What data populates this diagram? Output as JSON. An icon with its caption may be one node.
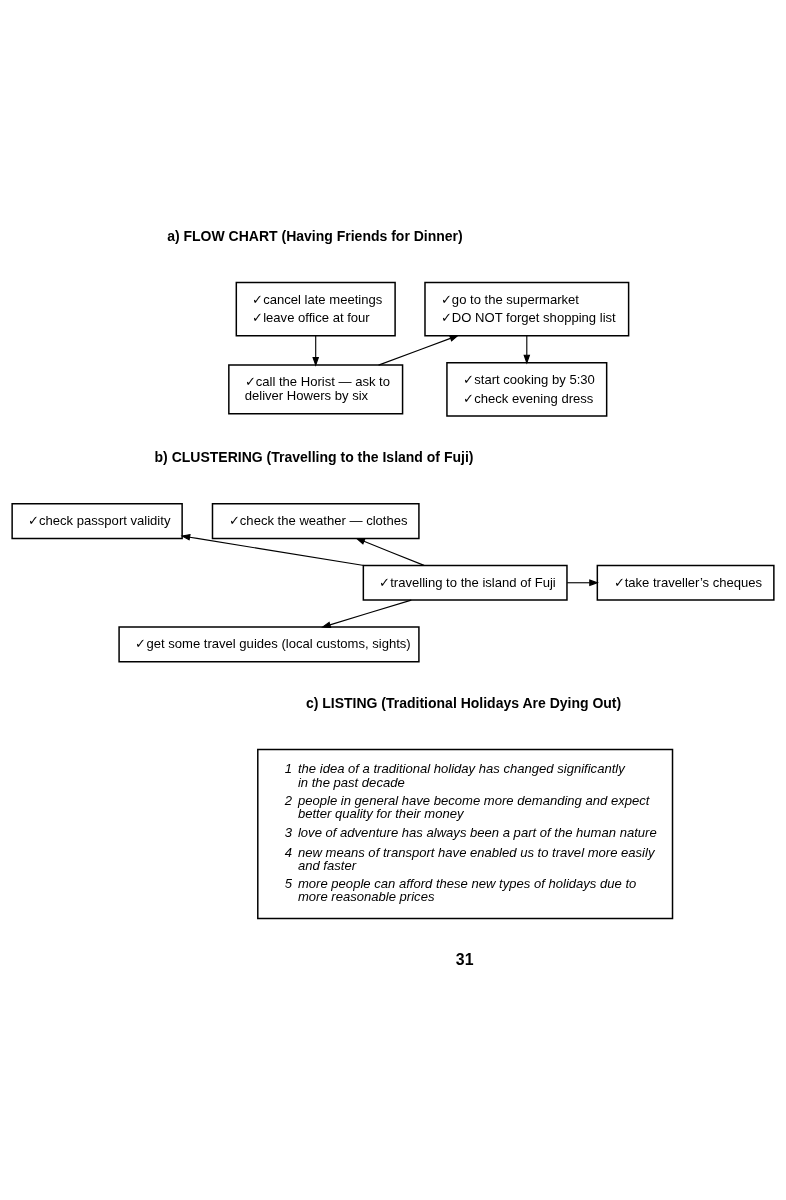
{
  "diagram": {
    "nodes": [
      {
        "text": [
          "✓cancel late meetings",
          "✓leave office at four"
        ]
      },
      {
        "text": [
          "✓go to the supermarket",
          "✓DO NOT forget shopping list"
        ]
      },
      {
        "text": [
          "✓call the Horist — ask to deliver Howers by six"
        ]
      },
      {
        "text": [
          "✓start cooking by 5:30",
          "✓check evening dress"
        ]
      },
      {
        "text": [
          "✓check passport validity"
        ]
      },
      {
        "text": [
          "✓check the weather — clothes"
        ]
      },
      {
        "text": [
          "✓travelling to the island of Fuji"
        ]
      },
      {
        "text": [
          "✓take traveller’s cheques"
        ]
      },
      {
        "text": [
          "✓get some travel guides (local customs, sights)"
        ]
      },
      {
        "text": [
          "1",
          "the idea of a traditional holiday has changed significantly in the past decade",
          "2",
          "people in general have become more demanding and expect better quality for their money",
          "3",
          "love of adventure has always been a part of the human nature",
          "4",
          "new means of transport have enabled us to travel more easily and faster",
          "5",
          "more people can afford these new types of holidays due to more reasonable prices"
        ]
      }
    ],
    "edges": [
      {
        "from": 0,
        "to": 2,
        "arrow": "to"
      },
      {
        "from": 2,
        "to": 1,
        "arrow": "to"
      },
      {
        "from": 1,
        "to": 3,
        "arrow": "to"
      },
      {
        "from": 6,
        "to": 4,
        "arrow": "to"
      },
      {
        "from": 6,
        "to": 5,
        "arrow": "to"
      },
      {
        "from": 6,
        "to": 7,
        "arrow": "to"
      },
      {
        "from": 6,
        "to": 8,
        "arrow": "to"
      }
    ],
    "labels": [
      "a) FLOW CHART (Having Friends for Dinner)",
      "b) CLUSTERING (Travelling to the Island of Fuji)",
      "c) LISTING (Traditional Holidays Are Dying Out)",
      "31"
    ]
  }
}
